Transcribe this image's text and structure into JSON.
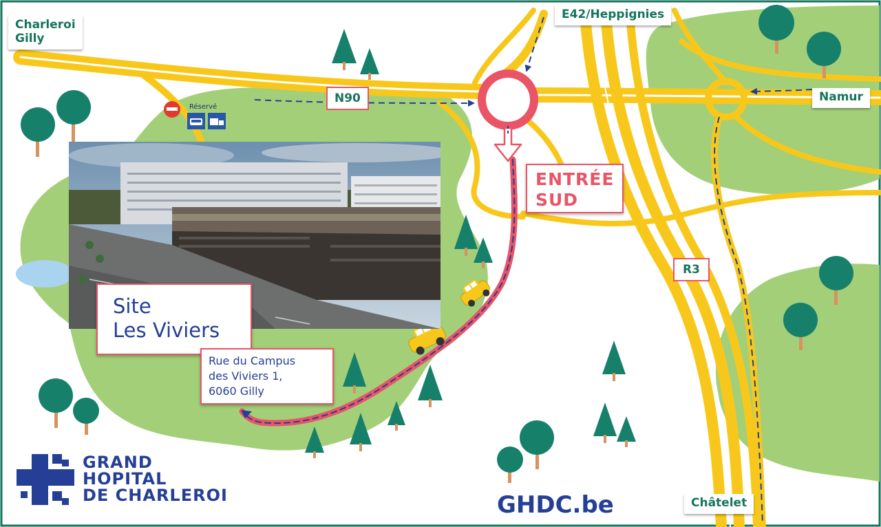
{
  "map": {
    "site_name": [
      "Site",
      "Les Viviers"
    ],
    "address": [
      "Rue du Campus",
      "des Viviers 1,",
      "6060 Gilly"
    ],
    "entrance": [
      "ENTRÉE",
      "SUD"
    ],
    "directions": {
      "charleroi_gilly": [
        "Charleroi",
        "Gilly"
      ],
      "e42": "E42/Heppignies",
      "namur": "Namur",
      "chatelet": "Châtelet"
    },
    "roads": {
      "n90": "N90",
      "r3": "R3"
    },
    "restriction": {
      "label": "Réservé",
      "icons": [
        "no-entry-icon",
        "bus-icon",
        "truck-icon"
      ]
    }
  },
  "branding": {
    "logo_lines": [
      "GRAND",
      "HOPITAL",
      "DE CHARLEROI"
    ],
    "website": "GHDC.be"
  },
  "colors": {
    "background": "#ffffff",
    "green_area": "#a3cf79",
    "road": "#f7c81b",
    "route": "#e95466",
    "navy": "#243f95",
    "teal": "#17745c",
    "tree": "#17806a",
    "trunk": "#d6935f"
  }
}
